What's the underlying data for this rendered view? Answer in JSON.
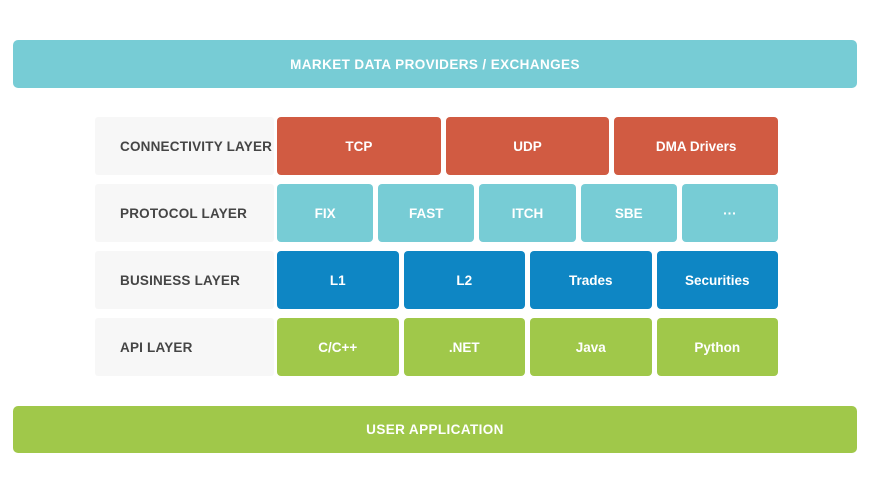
{
  "colors": {
    "teal": "#77ccd5",
    "red": "#d15b42",
    "blue": "#0e86c4",
    "green": "#a0c84a",
    "label_panel_gray": "#f7f7f7",
    "label_text": "#454545",
    "box_text": "#ffffff",
    "background": "#ffffff"
  },
  "top_bar": {
    "label": "MARKET DATA PROVIDERS / EXCHANGES"
  },
  "bottom_bar": {
    "label": "USER APPLICATION"
  },
  "layers": [
    {
      "name": "CONNECTIVITY LAYER",
      "color": "red",
      "items": [
        "TCP",
        "UDP",
        "DMA Drivers"
      ]
    },
    {
      "name": "PROTOCOL LAYER",
      "color": "teal",
      "items": [
        "FIX",
        "FAST",
        "ITCH",
        "SBE",
        "···"
      ]
    },
    {
      "name": "BUSINESS LAYER",
      "color": "blue",
      "items": [
        "L1",
        "L2",
        "Trades",
        "Securities"
      ]
    },
    {
      "name": "API LAYER",
      "color": "green",
      "items": [
        "C/C++",
        ".NET",
        "Java",
        "Python"
      ]
    }
  ]
}
